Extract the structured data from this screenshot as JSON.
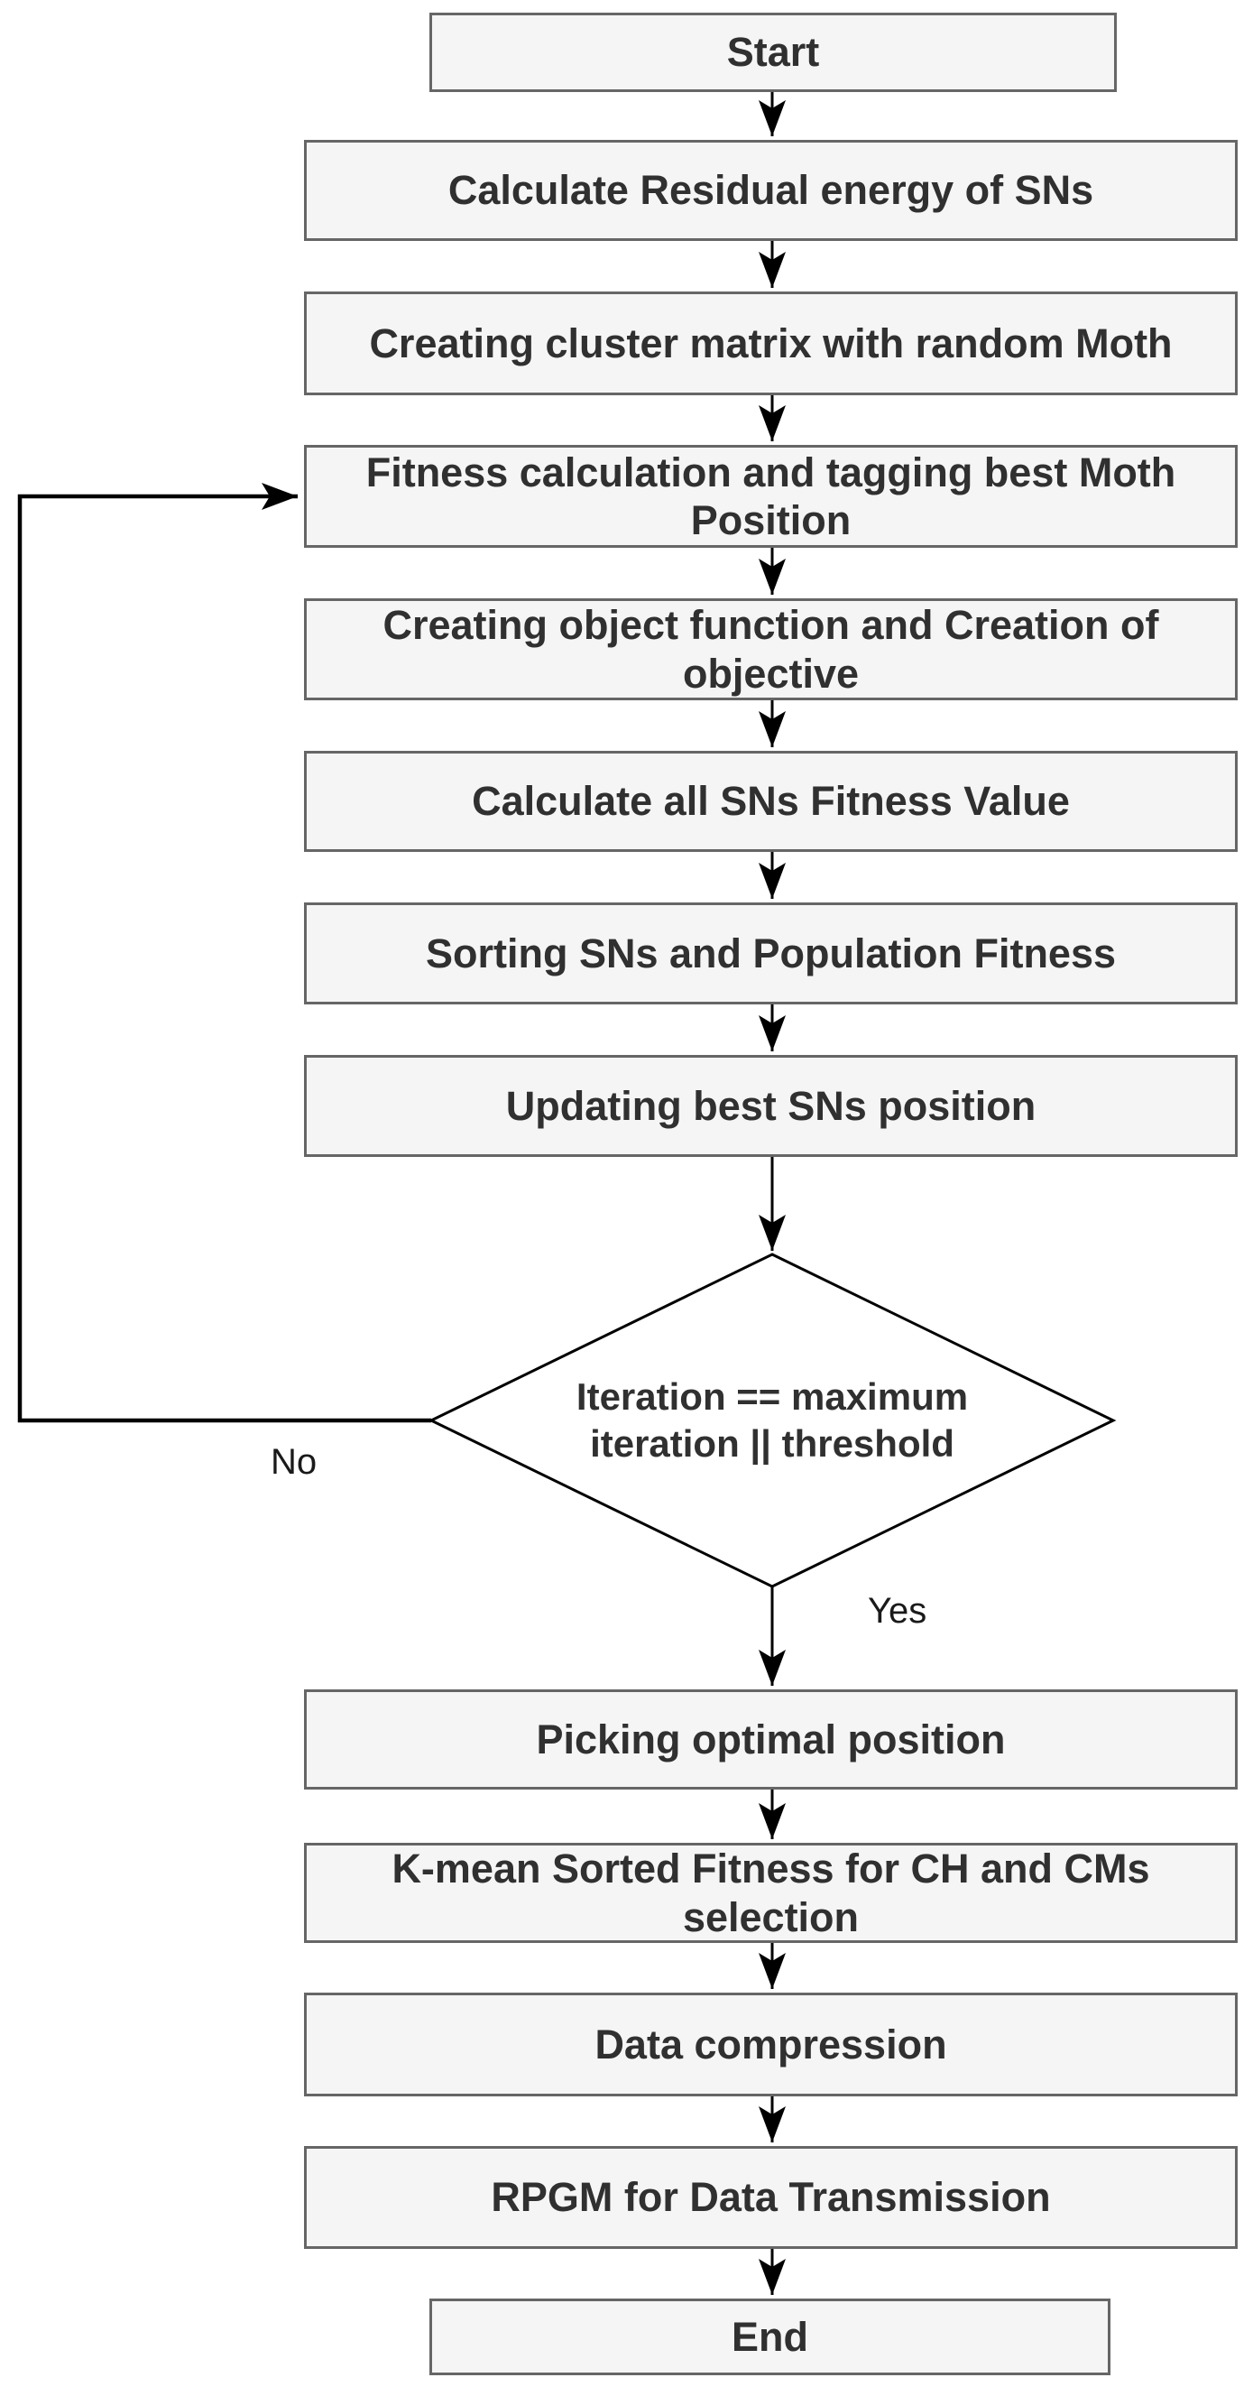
{
  "diagram": {
    "colors": {
      "background": "#ffffff",
      "box_fill": "#f5f5f5",
      "box_border": "#666666",
      "diamond_fill": "#ffffff",
      "diamond_border": "#000000",
      "arrow": "#000000",
      "text": "#303030",
      "edge_label_text": "#1a1a1a"
    },
    "nodes": {
      "start": {
        "label": "Start",
        "type": "terminator"
      },
      "calc_residual": {
        "label": "Calculate Residual energy of SNs",
        "type": "process"
      },
      "cluster_matrix": {
        "label": "Creating cluster matrix with random Moth",
        "type": "process"
      },
      "fitness_tagging": {
        "label": "Fitness calculation and tagging best Moth Position",
        "type": "process"
      },
      "object_function": {
        "label": "Creating object function and Creation of objective",
        "type": "process"
      },
      "sns_fitness": {
        "label": "Calculate all SNs Fitness Value",
        "type": "process"
      },
      "sorting": {
        "label": "Sorting SNs and Population Fitness",
        "type": "process"
      },
      "updating": {
        "label": "Updating best SNs position",
        "type": "process"
      },
      "decision": {
        "label": "Iteration == maximum iteration || threshold",
        "type": "decision"
      },
      "picking": {
        "label": "Picking optimal position",
        "type": "process"
      },
      "kmean": {
        "label": "K-mean Sorted Fitness for CH and CMs selection",
        "type": "process"
      },
      "compression": {
        "label": "Data compression",
        "type": "process"
      },
      "rpgm": {
        "label": "RPGM for Data Transmission",
        "type": "process"
      },
      "end": {
        "label": "End",
        "type": "terminator"
      }
    },
    "edge_labels": {
      "no": "No",
      "yes": "Yes"
    }
  }
}
